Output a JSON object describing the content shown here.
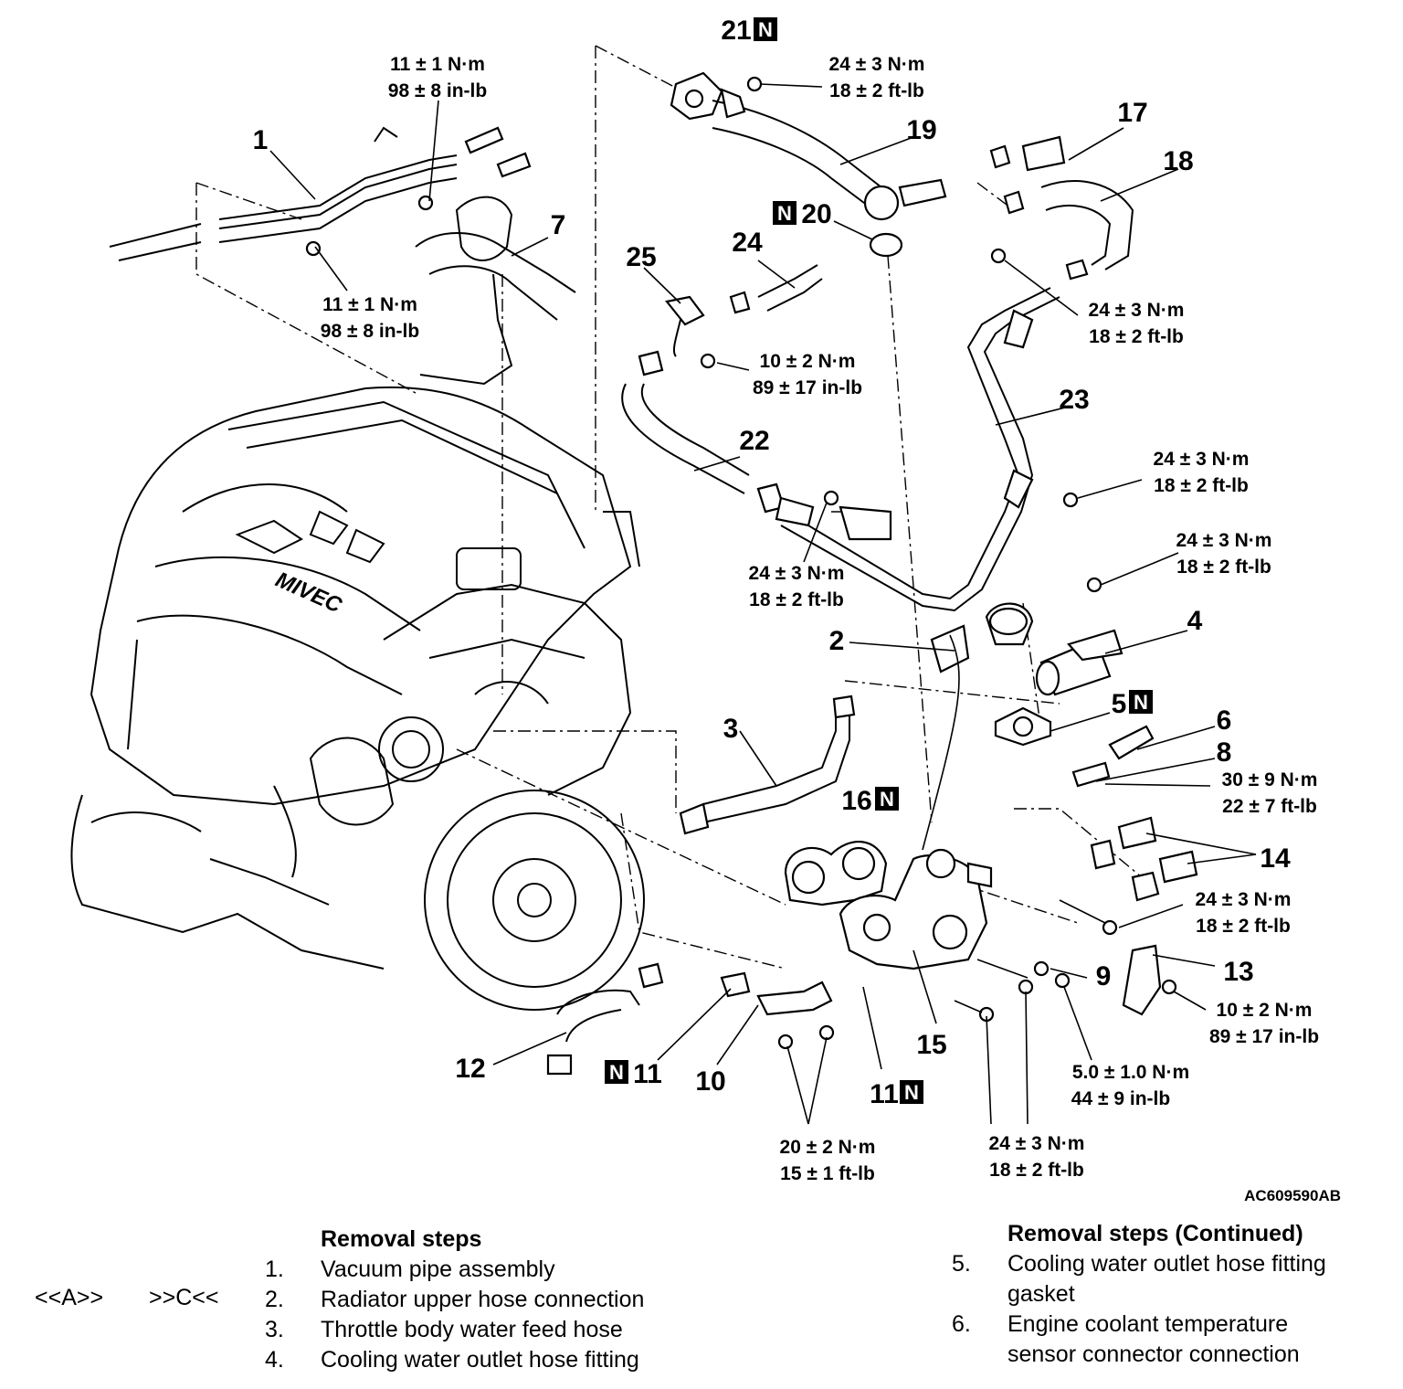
{
  "parts": [
    {
      "id": "1",
      "n": false
    },
    {
      "id": "2",
      "n": false
    },
    {
      "id": "3",
      "n": false
    },
    {
      "id": "4",
      "n": false
    },
    {
      "id": "5",
      "n": true
    },
    {
      "id": "6",
      "n": false
    },
    {
      "id": "7",
      "n": false
    },
    {
      "id": "8",
      "n": false
    },
    {
      "id": "9",
      "n": false
    },
    {
      "id": "10",
      "n": false
    },
    {
      "id": "11",
      "n": true
    },
    {
      "id": "11",
      "n": true
    },
    {
      "id": "12",
      "n": false
    },
    {
      "id": "13",
      "n": false
    },
    {
      "id": "14",
      "n": false
    },
    {
      "id": "15",
      "n": false
    },
    {
      "id": "16",
      "n": true
    },
    {
      "id": "17",
      "n": false
    },
    {
      "id": "18",
      "n": false
    },
    {
      "id": "19",
      "n": false
    },
    {
      "id": "20",
      "n": true
    },
    {
      "id": "21",
      "n": true
    },
    {
      "id": "22",
      "n": false
    },
    {
      "id": "23",
      "n": false
    },
    {
      "id": "24",
      "n": false
    },
    {
      "id": "25",
      "n": false
    }
  ],
  "n_mark": "N",
  "torques": [
    {
      "metric": "11 ± 1 N·m",
      "imperial": "98 ± 8 in-lb"
    },
    {
      "metric": "11 ± 1 N·m",
      "imperial": "98 ± 8 in-lb"
    },
    {
      "metric": "24 ± 3 N·m",
      "imperial": "18 ± 2 ft-lb"
    },
    {
      "metric": "24 ± 3 N·m",
      "imperial": "18 ± 2 ft-lb"
    },
    {
      "metric": "10 ± 2 N·m",
      "imperial": "89 ± 17 in-lb"
    },
    {
      "metric": "24 ± 3 N·m",
      "imperial": "18 ± 2 ft-lb"
    },
    {
      "metric": "24 ± 3 N·m",
      "imperial": "18 ± 2 ft-lb"
    },
    {
      "metric": "24 ± 3 N·m",
      "imperial": "18 ± 2 ft-lb"
    },
    {
      "metric": "30 ± 9 N·m",
      "imperial": "22 ± 7 ft-lb"
    },
    {
      "metric": "24 ± 3 N·m",
      "imperial": "18 ± 2 ft-lb"
    },
    {
      "metric": "10 ± 2 N·m",
      "imperial": "89 ± 17 in-lb"
    },
    {
      "metric": "5.0 ± 1.0 N·m",
      "imperial": "44 ± 9 in-lb"
    },
    {
      "metric": "20 ± 2 N·m",
      "imperial": "15 ± 1 ft-lb"
    },
    {
      "metric": "24 ± 3 N·m",
      "imperial": "18 ± 2 ft-lb"
    }
  ],
  "figure_ref": "AC609590AB",
  "removal_steps": {
    "heading": "Removal steps",
    "marks": {
      "left": "<<A>>",
      "right": ">>C<<"
    },
    "items": [
      {
        "num": "1.",
        "text": "Vacuum pipe assembly"
      },
      {
        "num": "2.",
        "text": "Radiator upper hose connection"
      },
      {
        "num": "3.",
        "text": "Throttle body water feed hose"
      },
      {
        "num": "4.",
        "text": "Cooling water outlet hose fitting"
      }
    ]
  },
  "removal_steps_continued": {
    "heading": "Removal steps (Continued)",
    "items": [
      {
        "num": "5.",
        "line1": "Cooling water outlet hose fitting",
        "line2": "gasket"
      },
      {
        "num": "6.",
        "line1": "Engine coolant temperature",
        "line2": "sensor connector connection"
      }
    ]
  }
}
